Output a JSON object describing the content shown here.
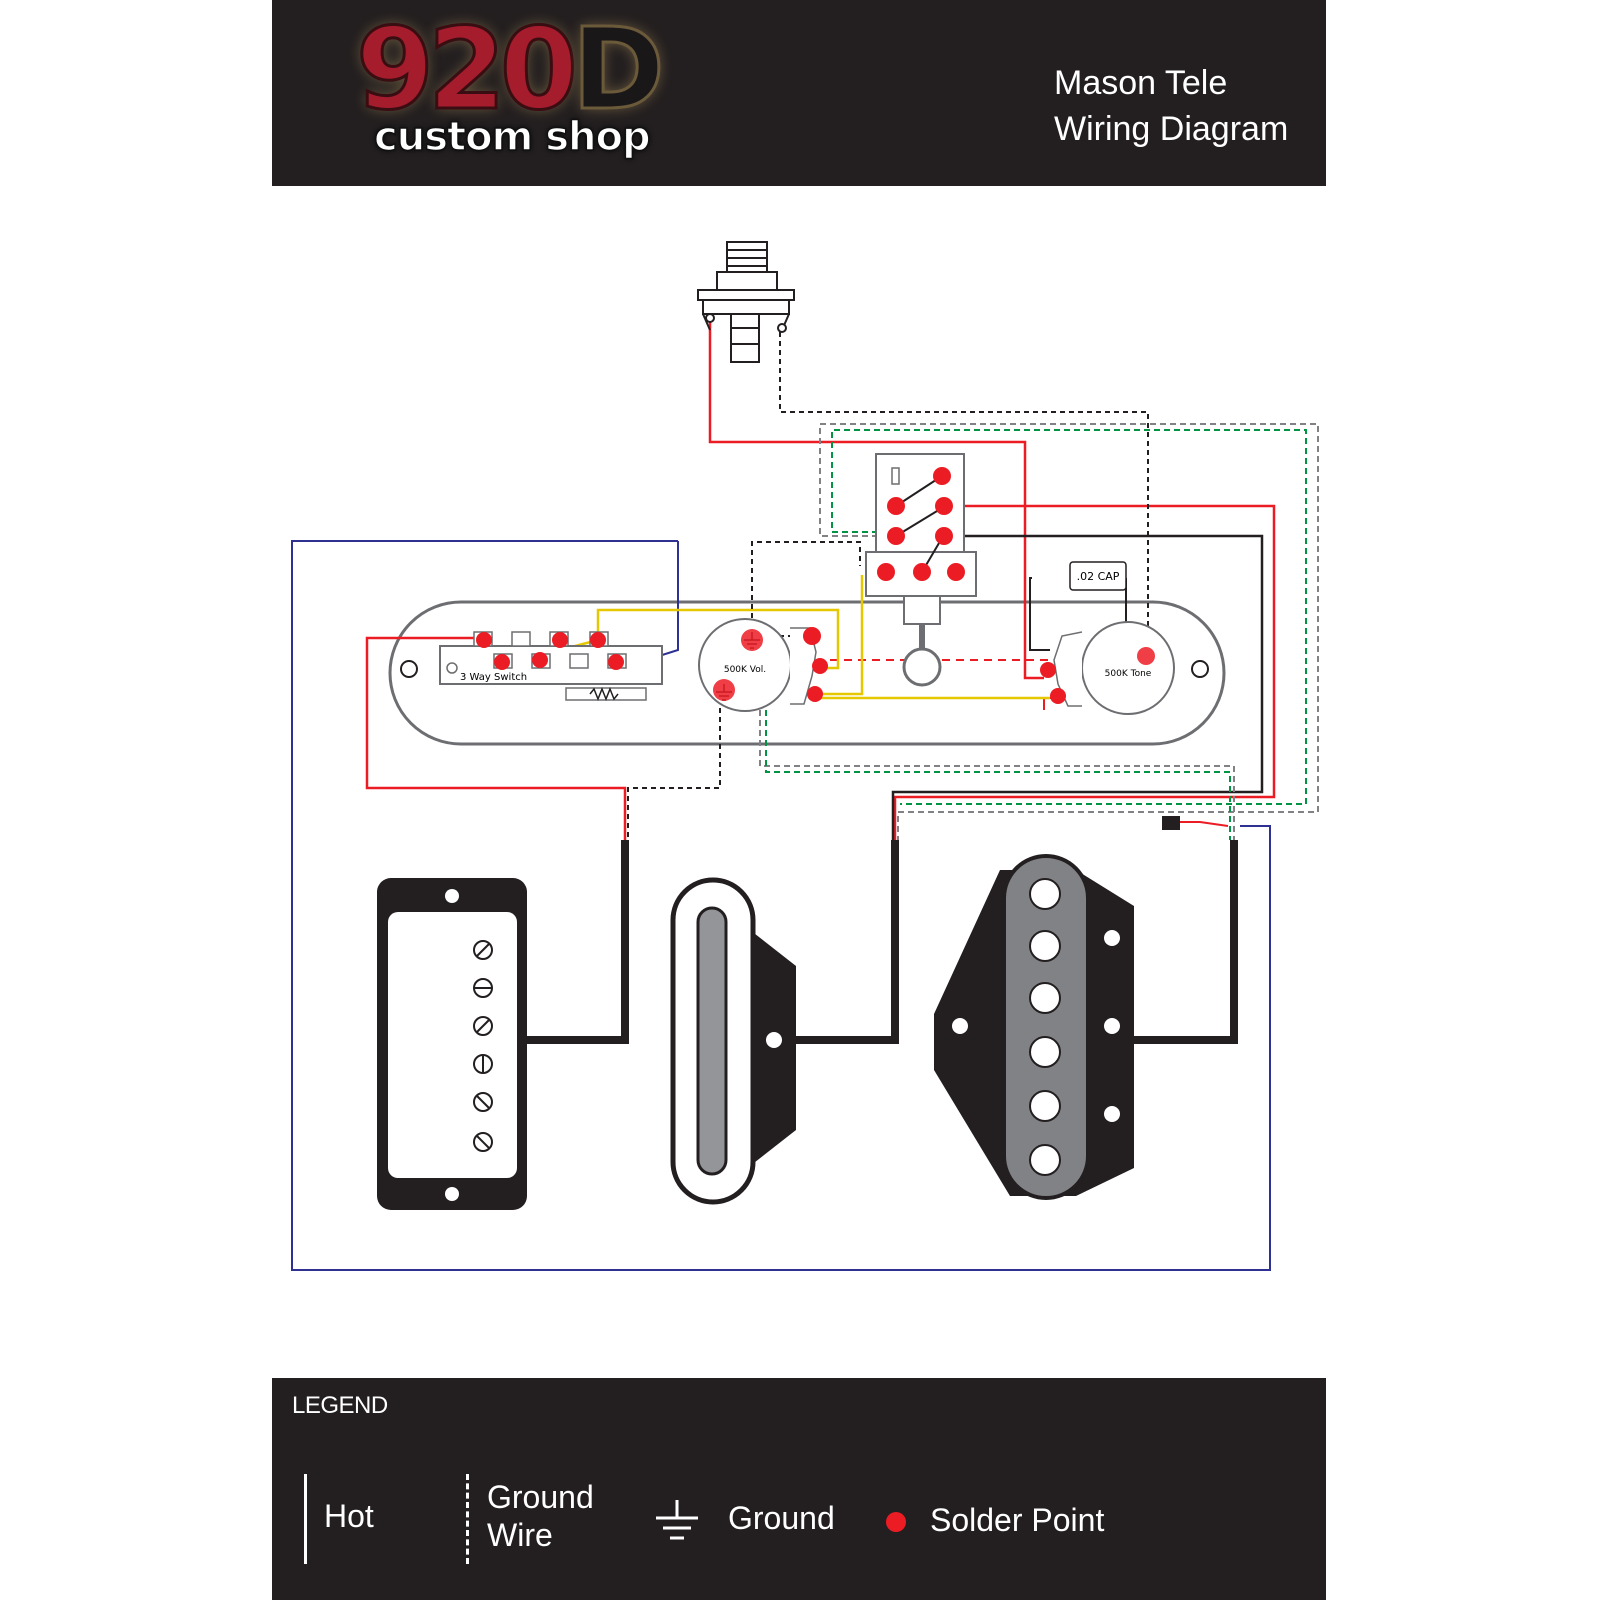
{
  "header": {
    "logo_number": "920",
    "logo_letter": "D",
    "logo_subtitle": "custom shop",
    "title_line1": "Mason Tele",
    "title_line2": "Wiring Diagram"
  },
  "diagram": {
    "switch_label": "3 Way Switch",
    "volume_label": "500K Vol.",
    "tone_label": "500K Tone",
    "cap_label": ".02 CAP"
  },
  "legend": {
    "title": "LEGEND",
    "hot": "Hot",
    "ground_wire_line1": "Ground",
    "ground_wire_line2": "Wire",
    "ground": "Ground",
    "solder_point": "Solder Point"
  },
  "colors": {
    "background": "#ffffff",
    "panel": "#231f20",
    "solder": "#ec1c24",
    "wire_red": "#ec1c24",
    "wire_blue": "#2e3192",
    "wire_yellow": "#e6c800",
    "wire_green": "#009444",
    "wire_black": "#231f20",
    "wire_gray": "#808285",
    "logo_red": "#a51d2c"
  },
  "icons": [
    "ground-symbol-icon",
    "solder-point-icon"
  ]
}
